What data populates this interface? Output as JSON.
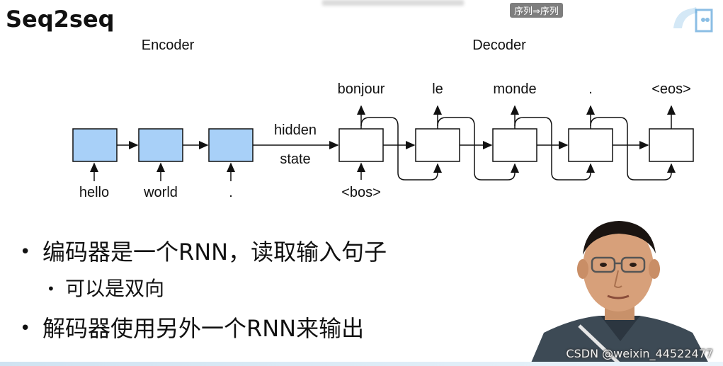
{
  "slide": {
    "title": "Seq2seq",
    "top_caption": "序列⇒序列",
    "watermark": "CSDN @weixin_44522477"
  },
  "diagram": {
    "encoder_label": "Encoder",
    "decoder_label": "Decoder",
    "hidden_label": "hidden",
    "state_label": "state",
    "encoder_inputs": [
      "hello",
      "world",
      "."
    ],
    "decoder_input": "<bos>",
    "decoder_outputs": [
      "bonjour",
      "le",
      "monde",
      ".",
      "<eos>"
    ],
    "encoder_box_color": "#a8d0f8",
    "decoder_box_color": "#ffffff"
  },
  "bullets": [
    {
      "text": "编码器是一个RNN，读取输入句子"
    },
    {
      "text": "可以是双向"
    },
    {
      "text": "解码器使用另外一个RNN来输出"
    }
  ],
  "icons": {
    "logo": "bilibili-logo-icon",
    "presenter": "presenter-video-image"
  }
}
